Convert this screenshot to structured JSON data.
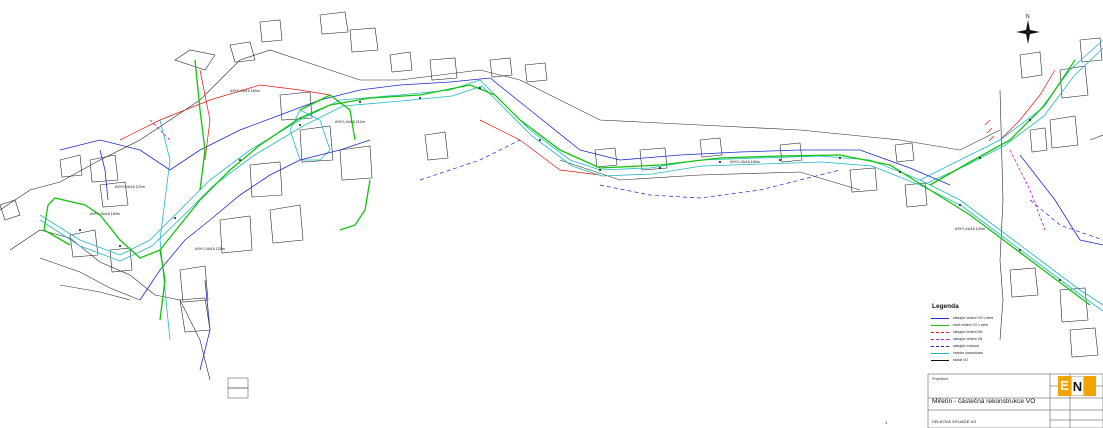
{
  "drawing": {
    "north_arrow_label": "N",
    "colors": {
      "road": "#20b8c4",
      "cable_new": "#13c30a",
      "cable_existing": "#1d2bd0",
      "parcels": "#2a2a2a",
      "boundary_red": "#e01818",
      "magenta": "#c21bc2"
    },
    "road_labels": [
      {
        "id": "lbl-1",
        "text": "AYKY-J4x16 160m"
      },
      {
        "id": "lbl-2",
        "text": "AYKY-J4x16 210m"
      },
      {
        "id": "lbl-3",
        "text": "AYKY-J4x16 120m"
      },
      {
        "id": "lbl-4",
        "text": "AYKY-J4x16 160m"
      },
      {
        "id": "lbl-5",
        "text": "AYKY-J4x16 120m"
      },
      {
        "id": "lbl-6",
        "text": "AYKY-J4x16 160m"
      },
      {
        "id": "lbl-7",
        "text": "AYKY-J4x16 120m"
      }
    ]
  },
  "legend": {
    "title": "Legenda",
    "items": [
      {
        "label": "stávající vedení VO v zemi",
        "color": "#1d2bd0",
        "style": "solid"
      },
      {
        "label": "nové vedení VO v zemi",
        "color": "#13c30a",
        "style": "solid"
      },
      {
        "label": "stávající vedení NN",
        "color": "#e01818",
        "style": "dashed"
      },
      {
        "label": "stávající vedení VN",
        "color": "#c21bc2",
        "style": "dashed"
      },
      {
        "label": "stávající vodovod",
        "color": "#1d2bd0",
        "style": "dashed"
      },
      {
        "label": "hranice komunikace",
        "color": "#20b8c4",
        "style": "solid"
      },
      {
        "label": "stožár VO",
        "color": "#111111",
        "style": "solid"
      }
    ]
  },
  "title_block": {
    "project_title": "Miřetín - částečná rekonstrukce VO",
    "sheet_title": "CELKOVÁ SITUACE VO",
    "header_note": "Projektant",
    "logo_letters": [
      "E",
      "N"
    ]
  },
  "page_number": "1"
}
